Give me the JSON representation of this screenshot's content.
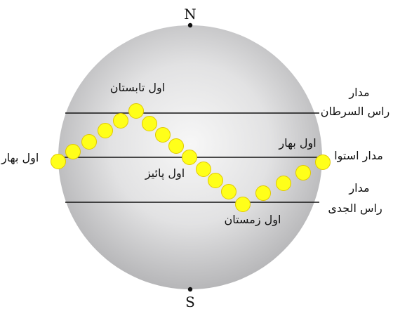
{
  "poles": {
    "north": "N",
    "south": "S"
  },
  "labels": {
    "summer_solstice": "اول تابستان",
    "spring_left": "اول بهار",
    "spring_right": "اول بهار",
    "autumn": "اول پائیز",
    "winter_solstice": "اول زمستان",
    "tropic_cancer_line1": "مدار",
    "tropic_cancer_line2": "راس السرطان",
    "equator": "مدار استوا",
    "tropic_capricorn_line1": "مدار",
    "tropic_capricorn_line2": "راس الجدی"
  },
  "colors": {
    "sun_fill": "#ffff1a",
    "sun_stroke": "#e0c800",
    "line": "#111111",
    "globe_light": "#f7f7f7",
    "globe_dark": "#b6b6b8"
  }
}
